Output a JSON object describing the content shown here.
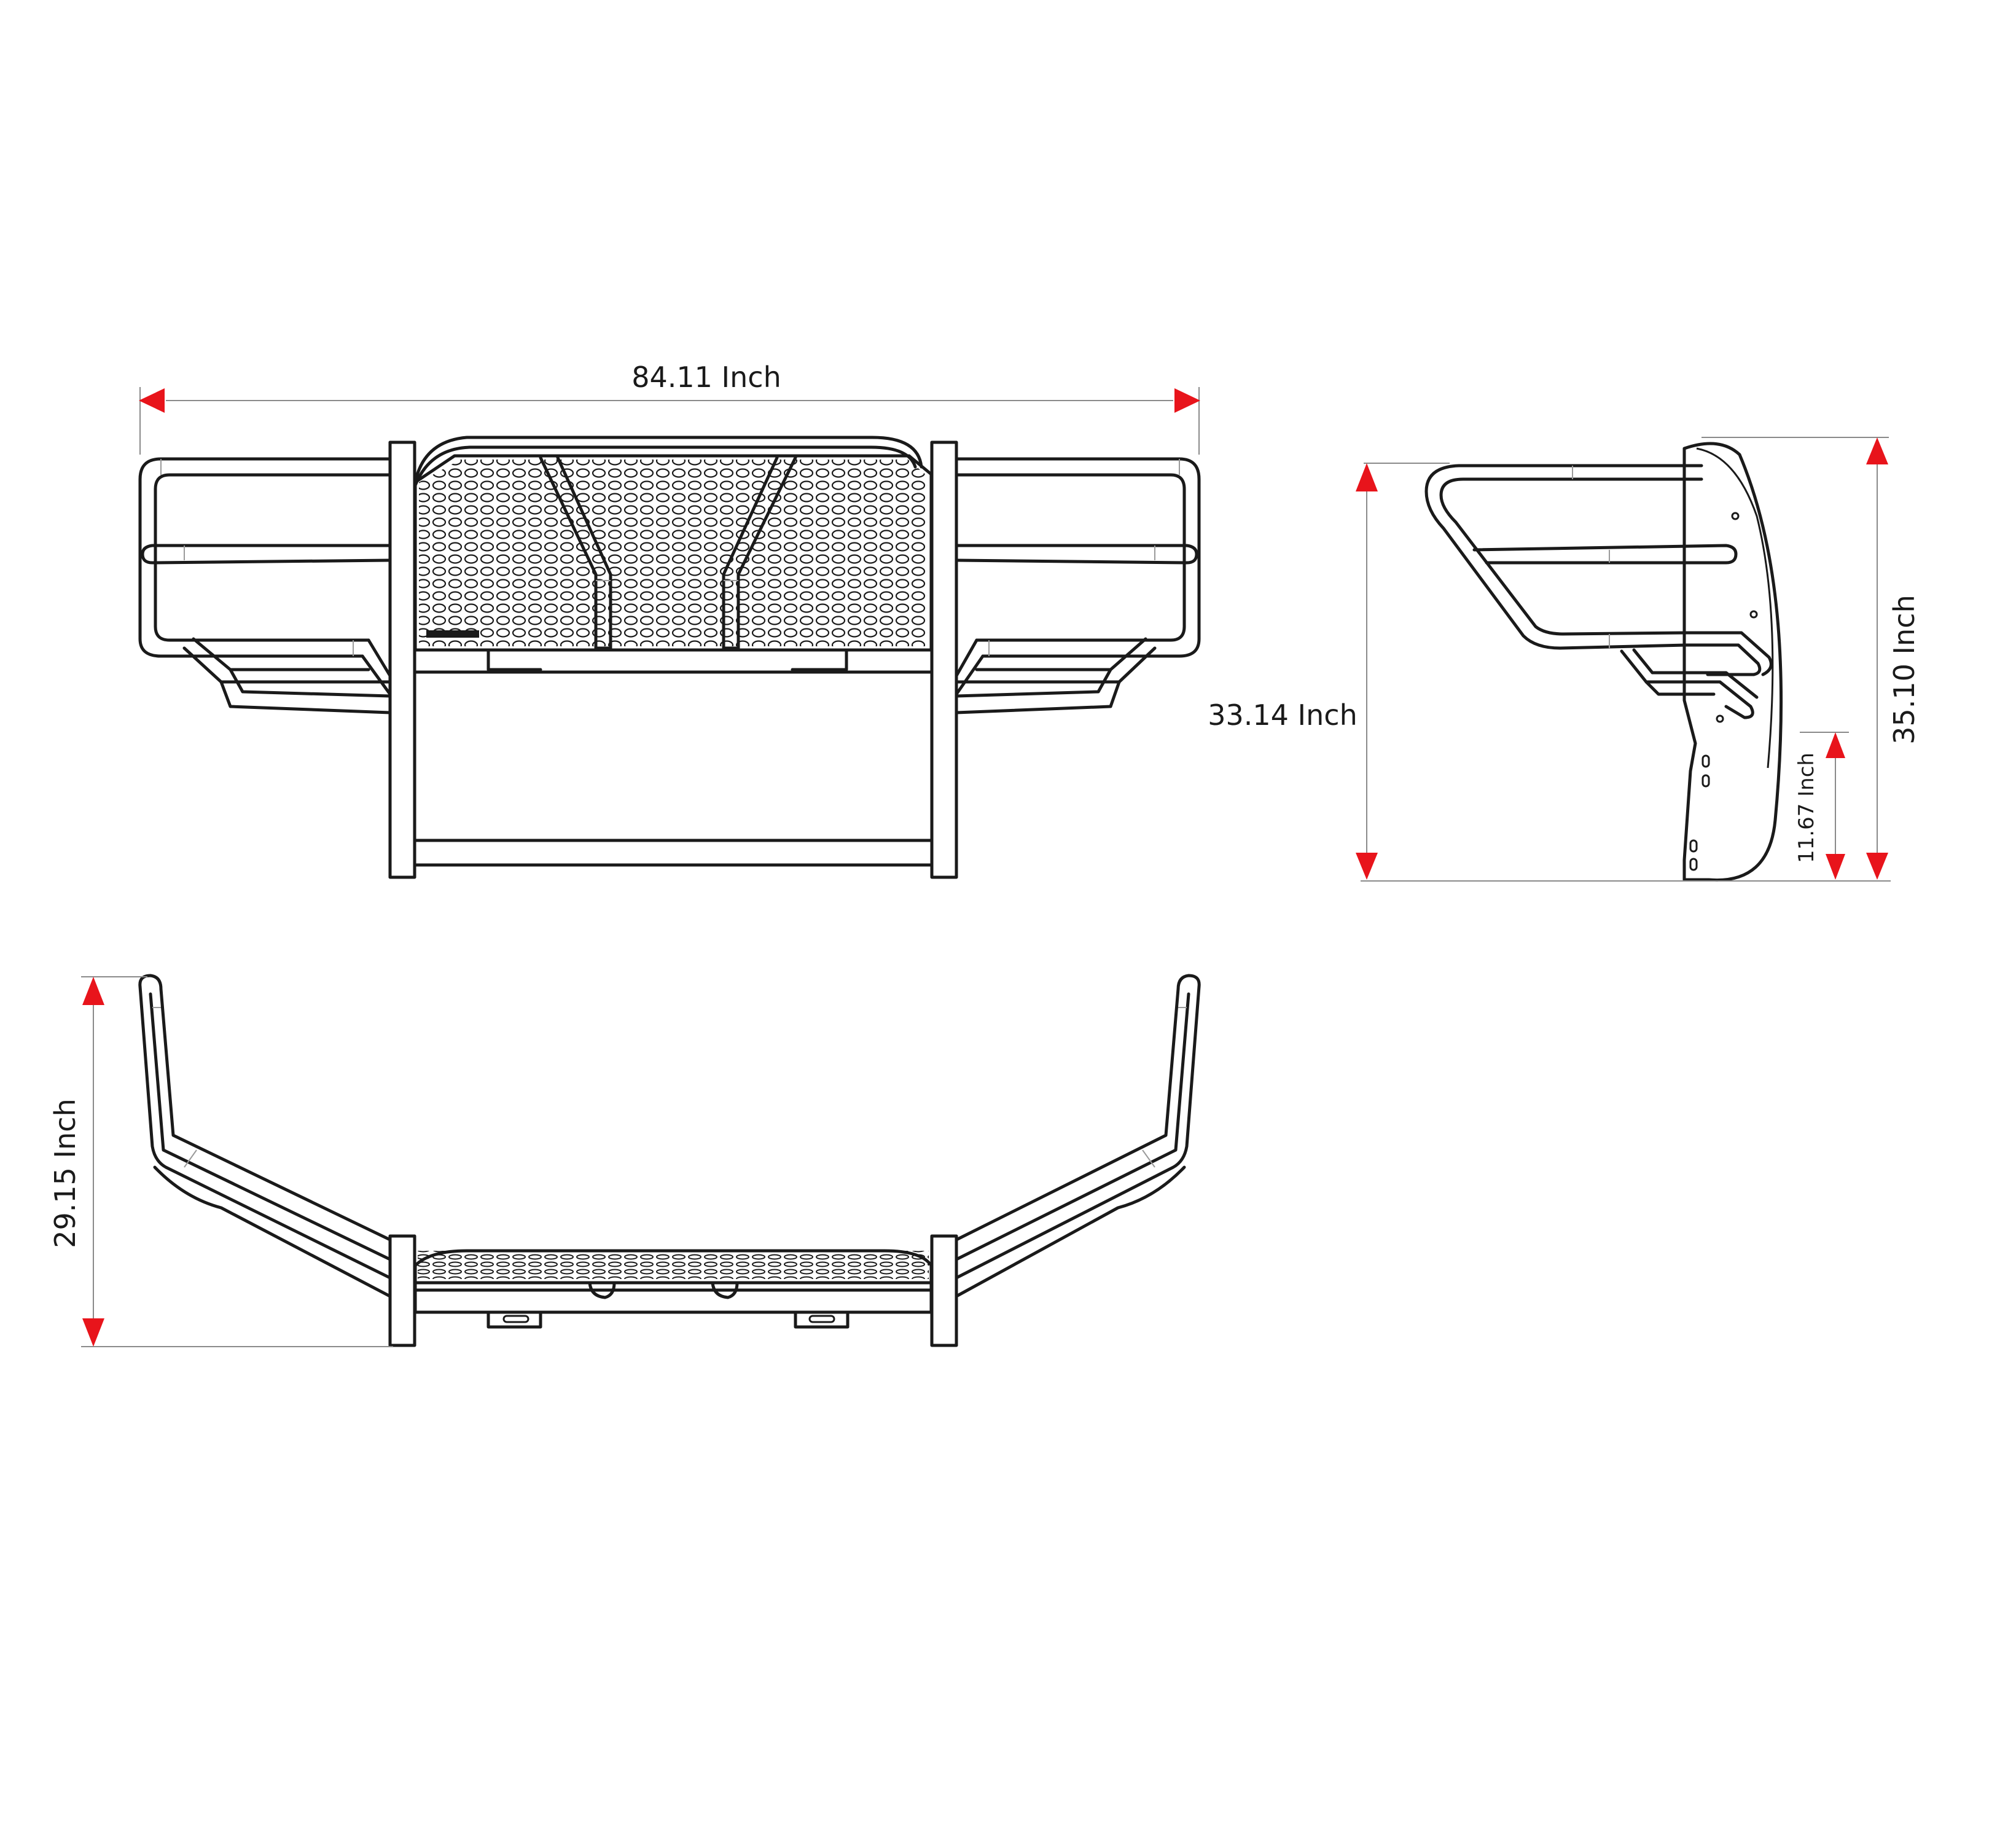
{
  "colors": {
    "arrow": "#e8141b",
    "line": "#1a1a1a",
    "extension_line": "#8a8a8a",
    "background": "#ffffff"
  },
  "dimensions": {
    "width": "84.11 Inch",
    "side_height": "33.14 Inch",
    "total_height": "35.10 Inch",
    "lower_height": "11.67 Inch",
    "depth": "29.15 Inch"
  }
}
